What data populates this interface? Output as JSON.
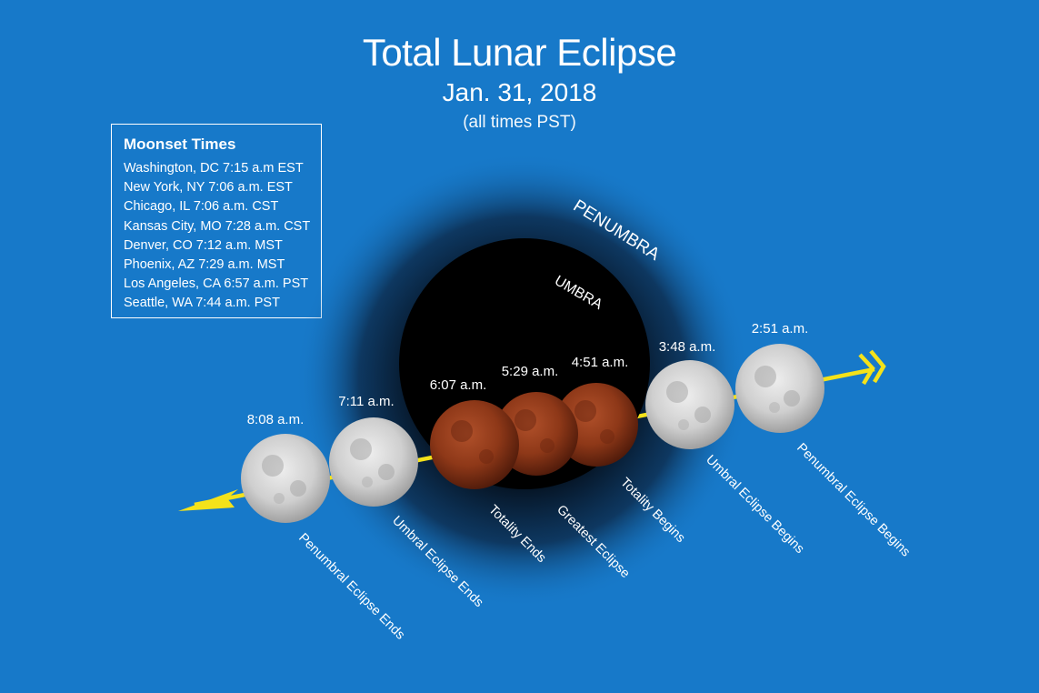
{
  "header": {
    "title": "Total Lunar Eclipse",
    "date": "Jan. 31, 2018",
    "note": "(all times PST)"
  },
  "moonset": {
    "heading": "Moonset Times",
    "lines": [
      "Washington, DC 7:15 a.m EST",
      "New York, NY 7:06 a.m. EST",
      "Chicago, IL 7:06 a.m. CST",
      "Kansas City, MO 7:28 a.m. CST",
      "Denver, CO 7:12 a.m. MST",
      "Phoenix, AZ 7:29 a.m. MST",
      "Los Angeles, CA 6:57 a.m. PST",
      "Seattle, WA 7:44 a.m. PST"
    ]
  },
  "shadow": {
    "penumbra_label": "PENUMBRA",
    "umbra_label": "UMBRA"
  },
  "phases": [
    {
      "time": "2:51 a.m.",
      "event": "Penumbral Eclipse Begins",
      "moon": "full"
    },
    {
      "time": "3:48 a.m.",
      "event": "Umbral Eclipse Begins",
      "moon": "full"
    },
    {
      "time": "4:51 a.m.",
      "event": "Totality Begins",
      "moon": "eclipsed"
    },
    {
      "time": "5:29 a.m.",
      "event": "Greatest Eclipse",
      "moon": "eclipsed"
    },
    {
      "time": "6:07 a.m.",
      "event": "Totality Ends",
      "moon": "eclipsed"
    },
    {
      "time": "7:11 a.m.",
      "event": "Umbral Eclipse Ends",
      "moon": "full"
    },
    {
      "time": "8:08 a.m.",
      "event": "Penumbral Eclipse Ends",
      "moon": "full"
    }
  ],
  "colors": {
    "background": "#1779c9",
    "path_arrow": "#f4e21a",
    "umbra": "#000000",
    "full_moon": "#c9c9c9",
    "eclipsed_moon": "#8a3316"
  }
}
